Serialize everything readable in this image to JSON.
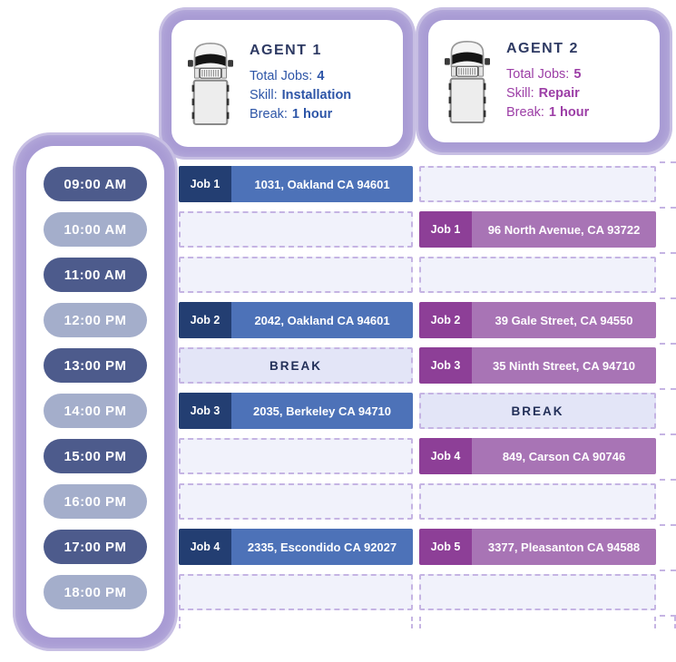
{
  "agents": [
    {
      "name": "AGENT 1",
      "lines": [
        {
          "label": "Total Jobs:",
          "value": "4"
        },
        {
          "label": "Skill:",
          "value": "Installation"
        },
        {
          "label": "Break:",
          "value": "1 hour"
        }
      ]
    },
    {
      "name": "AGENT 2",
      "lines": [
        {
          "label": "Total Jobs:",
          "value": "5"
        },
        {
          "label": "Skill:",
          "value": "Repair"
        },
        {
          "label": "Break:",
          "value": "1 hour"
        }
      ]
    }
  ],
  "rows": [
    {
      "time": "09:00 AM",
      "agent1": {
        "type": "job",
        "label": "Job 1",
        "address": "1031, Oakland CA 94601"
      },
      "agent2": {
        "type": "empty"
      }
    },
    {
      "time": "10:00 AM",
      "agent1": {
        "type": "empty"
      },
      "agent2": {
        "type": "job",
        "label": "Job 1",
        "address": "96 North Avenue, CA 93722"
      }
    },
    {
      "time": "11:00 AM",
      "agent1": {
        "type": "empty"
      },
      "agent2": {
        "type": "empty"
      }
    },
    {
      "time": "12:00 PM",
      "agent1": {
        "type": "job",
        "label": "Job 2",
        "address": "2042, Oakland CA 94601"
      },
      "agent2": {
        "type": "job",
        "label": "Job 2",
        "address": "39 Gale Street, CA 94550"
      }
    },
    {
      "time": "13:00 PM",
      "agent1": {
        "type": "break",
        "text": "BREAK"
      },
      "agent2": {
        "type": "job",
        "label": "Job 3",
        "address": "35 Ninth Street, CA 94710"
      }
    },
    {
      "time": "14:00 PM",
      "agent1": {
        "type": "job",
        "label": "Job 3",
        "address": "2035, Berkeley CA 94710"
      },
      "agent2": {
        "type": "break",
        "text": "BREAK"
      }
    },
    {
      "time": "15:00 PM",
      "agent1": {
        "type": "empty"
      },
      "agent2": {
        "type": "job",
        "label": "Job 4",
        "address": "849, Carson CA 90746"
      }
    },
    {
      "time": "16:00 PM",
      "agent1": {
        "type": "empty"
      },
      "agent2": {
        "type": "empty"
      }
    },
    {
      "time": "17:00 PM",
      "agent1": {
        "type": "job",
        "label": "Job 4",
        "address": "2335, Escondido CA 92027"
      },
      "agent2": {
        "type": "job",
        "label": "Job 5",
        "address": "3377, Pleasanton CA 94588"
      }
    },
    {
      "time": "18:00 PM",
      "agent1": {
        "type": "empty"
      },
      "agent2": {
        "type": "empty"
      }
    }
  ],
  "colors": {
    "frame_purple": "#a89bd4",
    "dash": "#c5b4e3",
    "slot_empty_bg": "#f1f2fb",
    "slot_break_bg": "#e3e5f7",
    "break_text": "#222f58",
    "pill_dark": "#4d5b8c",
    "pill_light": "#a4aecb",
    "heading": "#2e3a63",
    "agent1": {
      "label_bg": "#233e72",
      "bar_bg": "#4d72b8",
      "text": "#2d55a7"
    },
    "agent2": {
      "label_bg": "#8d3f97",
      "bar_bg": "#a874b5",
      "text": "#9c3ea6"
    }
  }
}
